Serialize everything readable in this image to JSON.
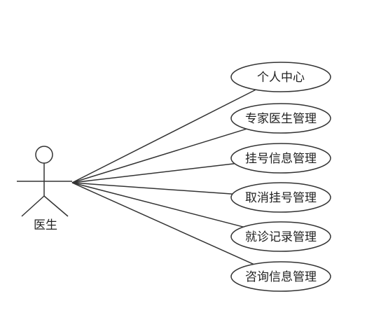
{
  "actor": {
    "label": "医生"
  },
  "use_cases": [
    {
      "id": "personal-center",
      "label": "个人中心"
    },
    {
      "id": "expert-doctor-management",
      "label": "专家医生管理"
    },
    {
      "id": "registration-info-management",
      "label": "挂号信息管理"
    },
    {
      "id": "cancel-registration-management",
      "label": "取消挂号管理"
    },
    {
      "id": "visit-record-management",
      "label": "就诊记录管理"
    },
    {
      "id": "consultation-info-management",
      "label": "咨询信息管理"
    }
  ],
  "colors": {
    "stroke": "#333333",
    "text": "#222222",
    "background": "#ffffff"
  }
}
